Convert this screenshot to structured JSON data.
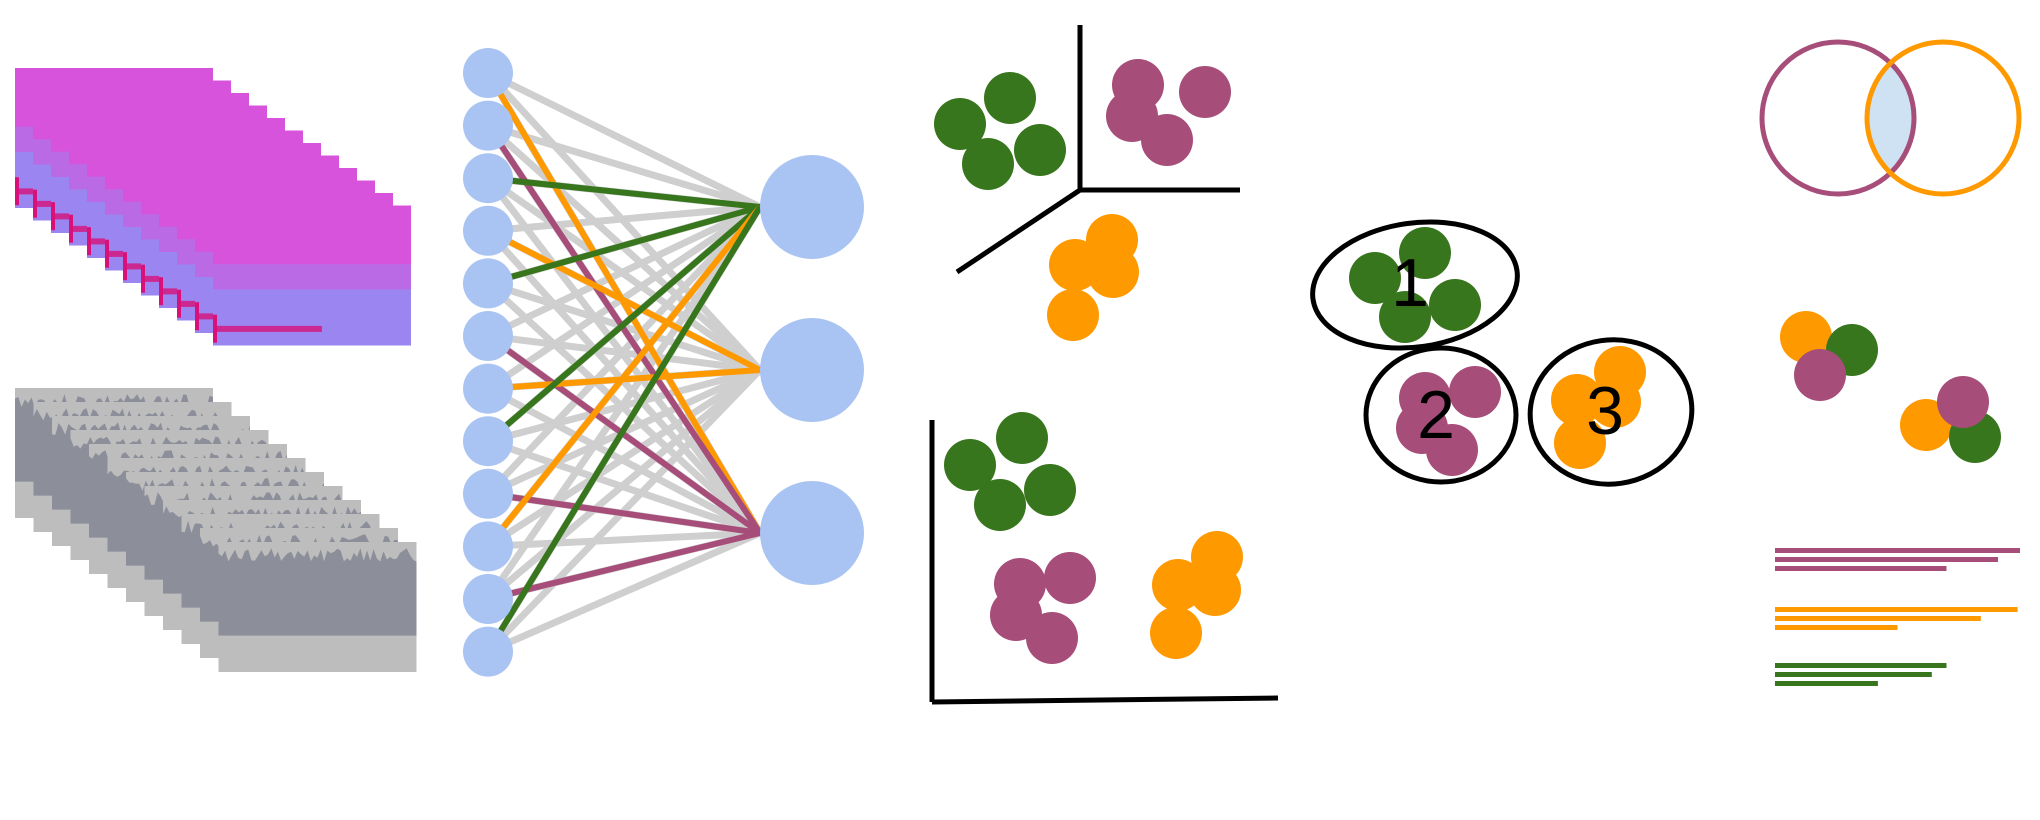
{
  "colors": {
    "node": "#a9c4f2",
    "edge_gray": "#cfcfcf",
    "green": "#38761d",
    "purple": "#a64d79",
    "orange": "#ff9900",
    "axis": "#000000",
    "overlap_fill": "#cfe2f3",
    "waveform_bg": "#bdbdbd",
    "waveform_fg": "#8c8f9a",
    "spectrogram_bg": "#9b85f0",
    "spectrogram_fg": "#e24ad8"
  },
  "cluster_labels": [
    "1",
    "2",
    "3"
  ],
  "network": {
    "input_count": 12,
    "output_count": 3,
    "highlight_edges": [
      {
        "from": 0,
        "to": 2,
        "color": "orange"
      },
      {
        "from": 1,
        "to": 2,
        "color": "purple"
      },
      {
        "from": 2,
        "to": 0,
        "color": "green"
      },
      {
        "from": 3,
        "to": 1,
        "color": "orange"
      },
      {
        "from": 4,
        "to": 0,
        "color": "green"
      },
      {
        "from": 5,
        "to": 2,
        "color": "purple"
      },
      {
        "from": 6,
        "to": 1,
        "color": "orange"
      },
      {
        "from": 7,
        "to": 0,
        "color": "green"
      },
      {
        "from": 8,
        "to": 2,
        "color": "purple"
      },
      {
        "from": 9,
        "to": 0,
        "color": "orange"
      },
      {
        "from": 10,
        "to": 2,
        "color": "purple"
      },
      {
        "from": 11,
        "to": 0,
        "color": "green"
      }
    ]
  },
  "bars": {
    "groups": [
      {
        "color": "purple",
        "values": [
          1.0,
          0.91,
          0.7
        ]
      },
      {
        "color": "orange",
        "values": [
          0.99,
          0.84,
          0.5
        ]
      },
      {
        "color": "green",
        "values": [
          0.7,
          0.64,
          0.42
        ]
      }
    ]
  },
  "icons": [
    "spectrogram-icon",
    "waveform-icon",
    "neural-network-icon",
    "scatter-3d-icon",
    "scatter-2d-icon",
    "cluster-icon",
    "venn-icon",
    "bar-icon"
  ]
}
